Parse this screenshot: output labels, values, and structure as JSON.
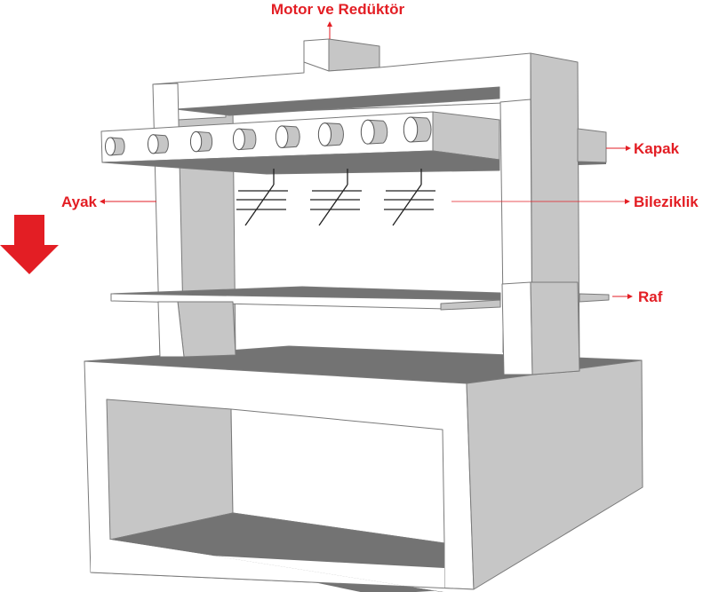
{
  "diagram": {
    "subject": "Machine frame with shelf, lid and ring holders",
    "colors": {
      "annotation": "#e31e24",
      "face_light": "#ffffff",
      "face_mid": "#c6c6c6",
      "face_dark": "#737373",
      "edge": "#7a7a7a",
      "ring_lines": "#222222"
    },
    "labels": {
      "motor": "Motor ve Redüktör",
      "kapak": "Kapak",
      "ayak": "Ayak",
      "bilezik": "Bileziklik",
      "raf": "Raf"
    },
    "components": {
      "rollers_count": 8,
      "ring_groups_count": 3,
      "direction_arrow": "down-arrow"
    }
  }
}
